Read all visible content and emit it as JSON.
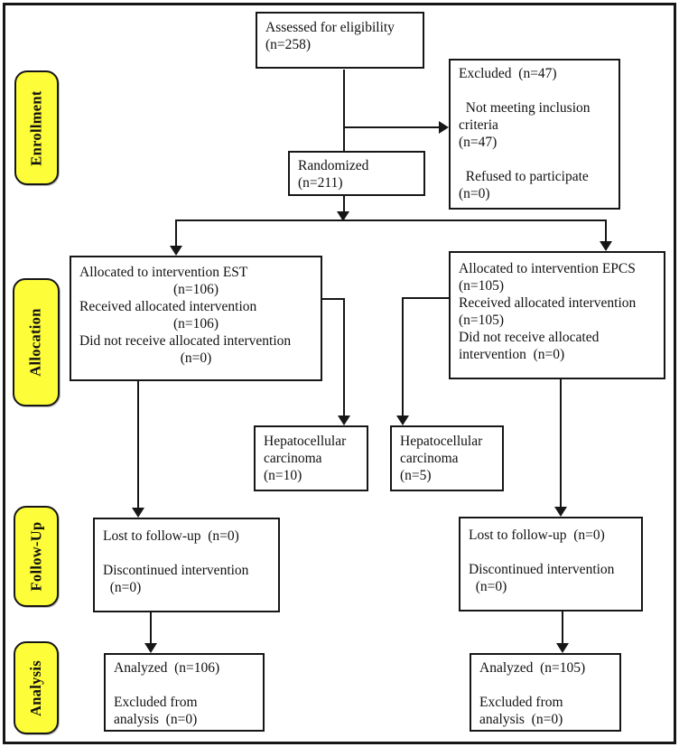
{
  "diagram": {
    "type": "consort-flow",
    "stage_labels": [
      "Enrollment",
      "Allocation",
      "Follow-Up",
      "Analysis"
    ],
    "boxes": {
      "assessed": {
        "lines": [
          "Assessed for eligibility",
          "(n=258)"
        ]
      },
      "excluded": {
        "lines": [
          "Excluded  (n=47)",
          "",
          "  Not meeting inclusion",
          "criteria",
          "(n=47)",
          "",
          "  Refused to participate",
          "(n=0)"
        ]
      },
      "randomized": {
        "lines": [
          "Randomized",
          "(n=211)"
        ]
      },
      "alloc_left": {
        "lines": [
          "Allocated to intervention EST",
          "(n=106)",
          "Received allocated intervention",
          "(n=106)",
          "Did not receive allocated intervention",
          "(n=0)"
        ]
      },
      "alloc_right": {
        "lines": [
          "Allocated to intervention EPCS",
          "(n=105)",
          "Received allocated intervention",
          "(n=105)",
          "Did not receive allocated",
          "intervention  (n=0)"
        ]
      },
      "hcc_left": {
        "lines": [
          "Hepatocellular",
          "carcinoma",
          "(n=10)"
        ]
      },
      "hcc_right": {
        "lines": [
          "Hepatocellular",
          "carcinoma",
          "(n=5)"
        ]
      },
      "followup_left": {
        "lines": [
          "Lost to follow-up  (n=0)",
          "",
          "Discontinued intervention",
          "  (n=0)"
        ]
      },
      "followup_right": {
        "lines": [
          "Lost to follow-up  (n=0)",
          "",
          "Discontinued intervention",
          "  (n=0)"
        ]
      },
      "analysis_left": {
        "lines": [
          "Analyzed  (n=106)",
          "",
          "Excluded from",
          "analysis  (n=0)"
        ]
      },
      "analysis_right": {
        "lines": [
          "Analyzed  (n=105)",
          "",
          "Excluded from",
          "analysis  (n=0)"
        ]
      }
    },
    "colors": {
      "stage_label_background": "#FDFD3A",
      "line": "#161616",
      "box_border": "#161616",
      "background": "#FFFFFF"
    }
  }
}
